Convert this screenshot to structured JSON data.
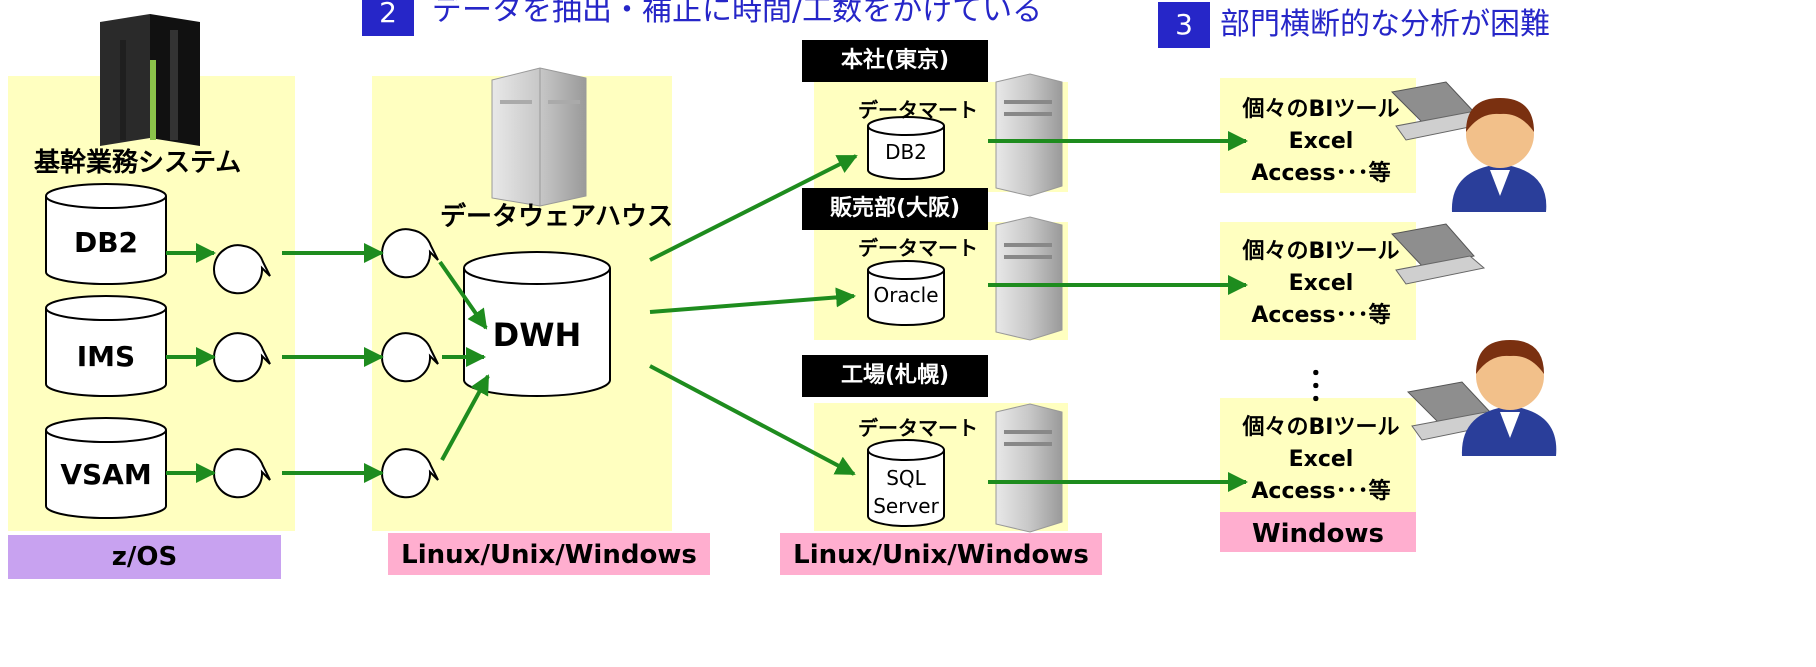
{
  "headings": {
    "h2": {
      "num": "2",
      "text": "データを抽出・補正に時間/工数をかけている"
    },
    "h3": {
      "num": "3",
      "text": "部門横断的な分析が困難"
    }
  },
  "mainframe": {
    "title": "基幹業務システム",
    "dbs": [
      "DB2",
      "IMS",
      "VSAM"
    ],
    "platform": "z/OS"
  },
  "dwh": {
    "title": "データウェアハウス",
    "db": "DWH",
    "platform": "Linux/Unix/Windows"
  },
  "marts": {
    "items": [
      {
        "site": "本社(東京)",
        "label": "データマート",
        "db": "DB2"
      },
      {
        "site": "販売部(大阪)",
        "label": "データマート",
        "db": "Oracle"
      },
      {
        "site": "工場(札幌)",
        "label": "データマート",
        "db_line1": "SQL",
        "db_line2": "Server"
      }
    ],
    "platform": "Linux/Unix/Windows"
  },
  "clients": {
    "tools": [
      {
        "line1": "個々のBIツール",
        "line2": "Excel",
        "line3": "Access･･･等"
      },
      {
        "line1": "個々のBIツール",
        "line2": "Excel",
        "line3": "Access･･･等"
      },
      {
        "line1": "個々のBIツール",
        "line2": "Excel",
        "line3": "Access･･･等"
      }
    ],
    "ellipsis": "･･･",
    "platform": "Windows"
  },
  "colors": {
    "panel": "#ffffc0",
    "platform_pink": "#ffaecf",
    "platform_purple": "#c8a2f0",
    "arrow": "#1e8c1e",
    "heading": "#2626c8"
  }
}
